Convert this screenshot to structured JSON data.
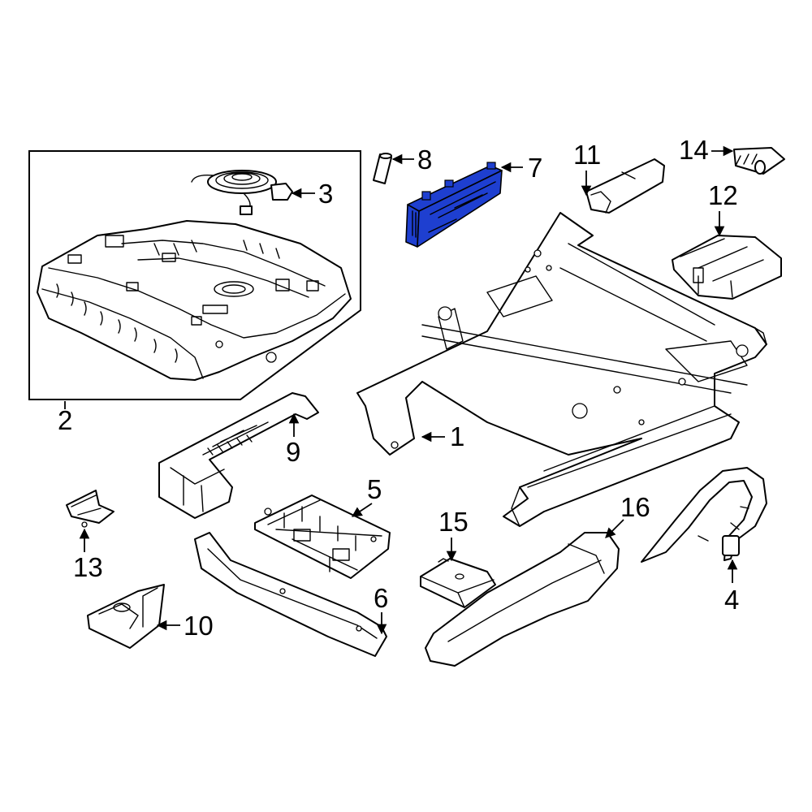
{
  "highlight_color": "#1e3fd0",
  "outline_color": "#000000",
  "background_color": "#ffffff",
  "callouts": {
    "c1": "1",
    "c2": "2",
    "c3": "3",
    "c4": "4",
    "c5": "5",
    "c6": "6",
    "c7": "7",
    "c8": "8",
    "c9": "9",
    "c10": "10",
    "c11": "11",
    "c12": "12",
    "c13": "13",
    "c14": "14",
    "c15": "15",
    "c16": "16"
  },
  "highlighted_part": "7"
}
